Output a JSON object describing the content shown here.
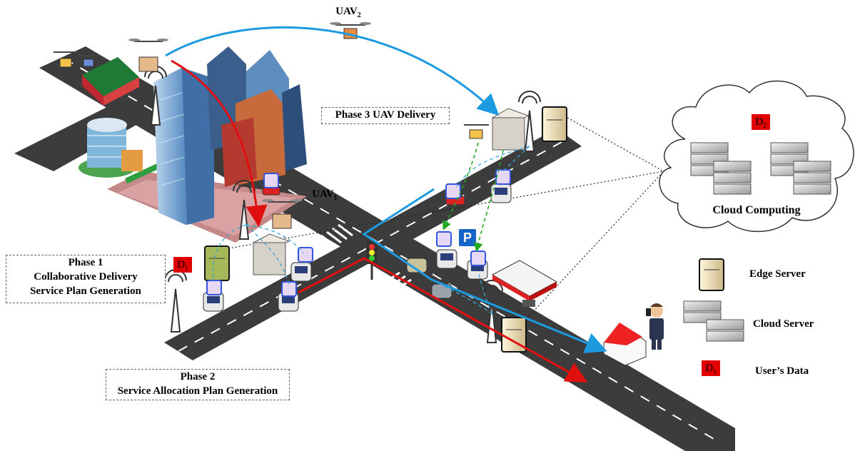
{
  "labels": {
    "uav2": "UAV",
    "uav2_sub": "2",
    "uav1": "UAV",
    "uav1_sub": "1",
    "phase3": "Phase 3 UAV Delivery",
    "phase1_line1": "Phase 1",
    "phase1_line2": "Collaborative Delivery",
    "phase1_line3": "Service Plan Generation",
    "phase2_line1": "Phase 2",
    "phase2_line2": "Service Allocation Plan Generation",
    "cloud_computing": "Cloud Computing",
    "d2": "D",
    "d2_sub": "2",
    "d1": "D",
    "d1_sub": "1"
  },
  "legend": {
    "edge_server": "Edge Server",
    "cloud_server": "Cloud Server",
    "users_data": "User’s Data",
    "d_tag": "D",
    "d_tag_sub": "1"
  },
  "parking_sign": "P",
  "colors": {
    "blue_path": "#1e9be0",
    "red_path": "#e01010",
    "green_path": "#22aa22",
    "data_tag": "#e00000",
    "road": "#3c3c3c",
    "chip_edge": "#3355dd"
  }
}
